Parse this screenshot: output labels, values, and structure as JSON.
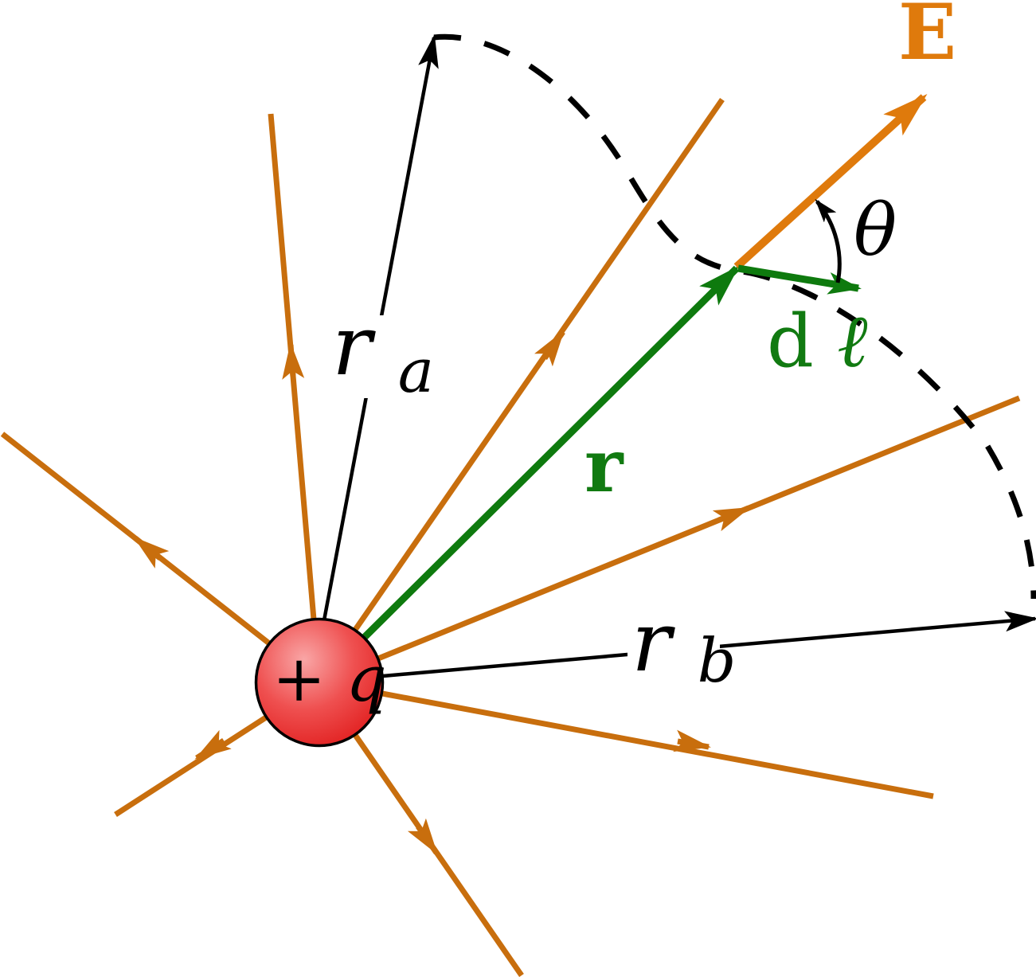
{
  "figure": {
    "title": "Electric field of a point charge with a path from a to b",
    "labels": {
      "E": "E",
      "theta": "θ",
      "dl_d": "d",
      "dl_ell": "ℓ",
      "r": "r",
      "ra_base": "r",
      "ra_sub": "a",
      "rb_base": "r",
      "rb_sub": "b",
      "charge_plus": "+",
      "charge_q": "q"
    },
    "colors": {
      "field_line": "#C86E0D",
      "E_vector": "#DF7A0C",
      "green_vector": "#0E7A0E",
      "green_label": "#117A11",
      "path_ink": "#000000",
      "charge_light": "#F9A6A6",
      "charge_mid": "#EF5050",
      "charge_dark": "#DC0E0E",
      "charge_outline": "#000000"
    }
  }
}
